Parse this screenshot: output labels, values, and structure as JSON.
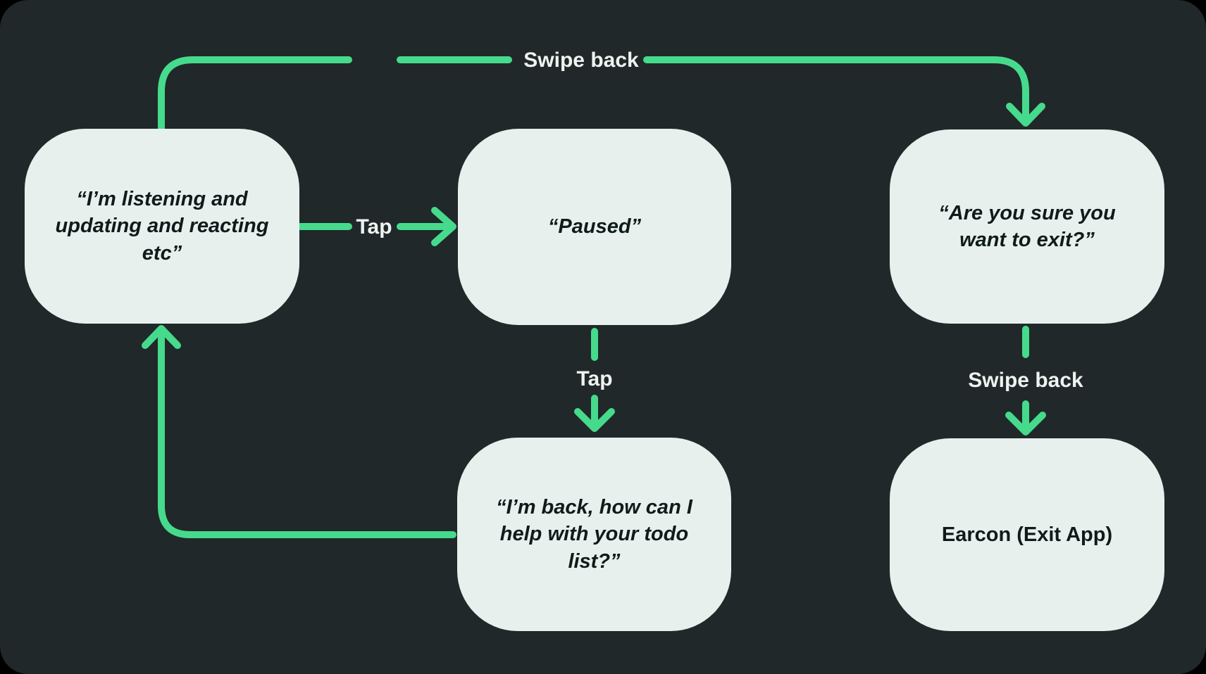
{
  "diagram": {
    "title": "voice-assistant-state-flow",
    "colors": {
      "background": "#202829",
      "accent_green": "#46da8c",
      "node_fill": "#e8f0ed",
      "node_text": "#0f1b1b",
      "label_text": "#eef3f0"
    },
    "nodes": [
      {
        "id": "listening",
        "text": "“I’m listening and updating and reacting etc”"
      },
      {
        "id": "paused",
        "text": "“Paused”"
      },
      {
        "id": "exit-confirm",
        "text": "“Are you sure you want to exit?”"
      },
      {
        "id": "back-helping",
        "text": "“I’m back, how can I help with your todo list?”"
      },
      {
        "id": "earcon-exit",
        "text": "Earcon (Exit App)"
      }
    ],
    "edge_labels": [
      {
        "id": "swipe-back-top",
        "text": "Swipe back"
      },
      {
        "id": "tap-horizontal",
        "text": "Tap"
      },
      {
        "id": "tap-vertical",
        "text": "Tap"
      },
      {
        "id": "swipe-back-right",
        "text": "Swipe back"
      }
    ]
  }
}
